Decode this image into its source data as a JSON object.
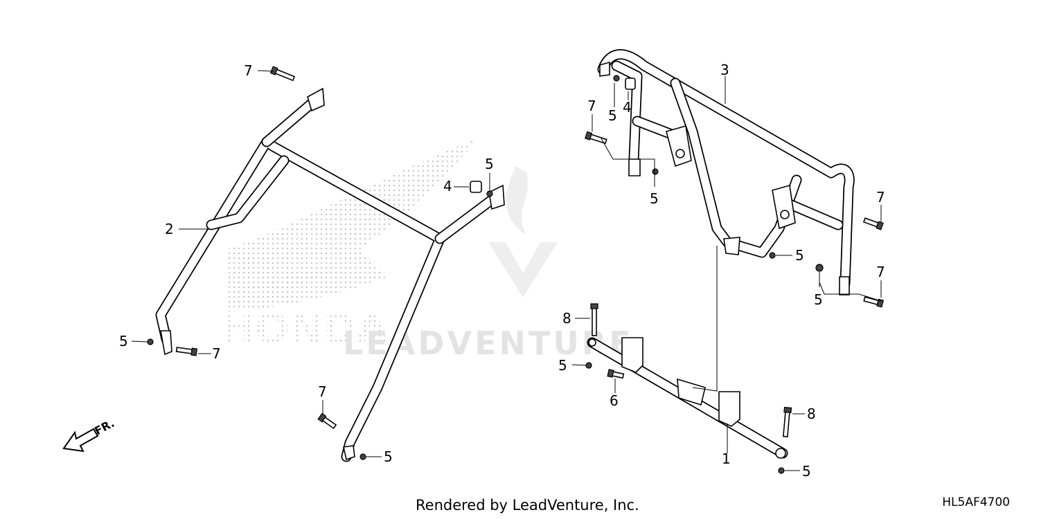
{
  "callouts": {
    "c1": "1",
    "c2": "2",
    "c3": "3",
    "c4a": "4",
    "c4b": "4",
    "c5a": "5",
    "c5b": "5",
    "c5c": "5",
    "c5d": "5",
    "c5e": "5",
    "c5f": "5",
    "c5g": "5",
    "c5h": "5",
    "c5i": "5",
    "c6": "6",
    "c7a": "7",
    "c7b": "7",
    "c7c": "7",
    "c7d": "7",
    "c7e": "7",
    "c8a": "8",
    "c8b": "8"
  },
  "direction_label": "FR.",
  "watermark": {
    "brand": "HONDA",
    "text": "LEADVENTURE"
  },
  "footer": "Rendered by LeadVenture, Inc.",
  "diagram_id": "HL5AF4700",
  "colors": {
    "line": "#000000",
    "watermark": "#dddddd",
    "background": "#ffffff"
  }
}
